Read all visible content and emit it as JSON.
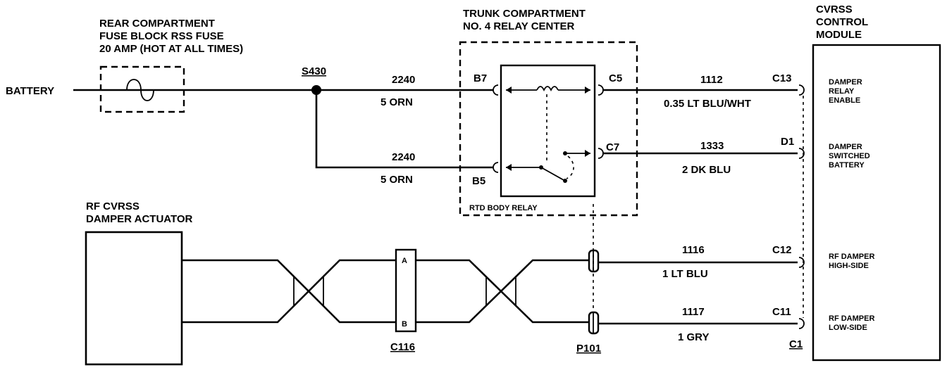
{
  "battery": "BATTERY",
  "fuse_block": {
    "line1": "REAR COMPARTMENT",
    "line2": "FUSE BLOCK RSS FUSE",
    "line3": "20 AMP (HOT AT ALL TIMES)"
  },
  "splice": "S430",
  "relay_center": {
    "line1": "TRUNK COMPARTMENT",
    "line2": "NO. 4 RELAY CENTER",
    "relay_name": "RTD BODY RELAY"
  },
  "control_module": {
    "line1": "CVRSS",
    "line2": "CONTROL",
    "line3": "MODULE",
    "pins": {
      "relay_enable": [
        "DAMPER",
        "RELAY",
        "ENABLE"
      ],
      "switched_battery": [
        "DAMPER",
        "SWITCHED",
        "BATTERY"
      ],
      "high_side": [
        "RF DAMPER",
        "HIGH-SIDE"
      ],
      "low_side": [
        "RF DAMPER",
        "LOW-SIDE"
      ]
    }
  },
  "actuator": {
    "line1": "RF CVRSS",
    "line2": "DAMPER ACTUATOR"
  },
  "connectors": {
    "b7": "B7",
    "b5": "B5",
    "c5": "C5",
    "c7": "C7",
    "c13": "C13",
    "d1": "D1",
    "c12": "C12",
    "c11": "C11",
    "c1": "C1",
    "c116": "C116",
    "c116_a": "A",
    "c116_b": "B",
    "p101": "P101"
  },
  "wires": {
    "w_b7": {
      "circuit": "2240",
      "spec": "5 ORN"
    },
    "w_b5": {
      "circuit": "2240",
      "spec": "5 ORN"
    },
    "w_c13": {
      "circuit": "1112",
      "spec": "0.35 LT BLU/WHT"
    },
    "w_d1": {
      "circuit": "1333",
      "spec": "2 DK BLU"
    },
    "w_c12": {
      "circuit": "1116",
      "spec": "1 LT BLU"
    },
    "w_c11": {
      "circuit": "1117",
      "spec": "1 GRY"
    }
  }
}
